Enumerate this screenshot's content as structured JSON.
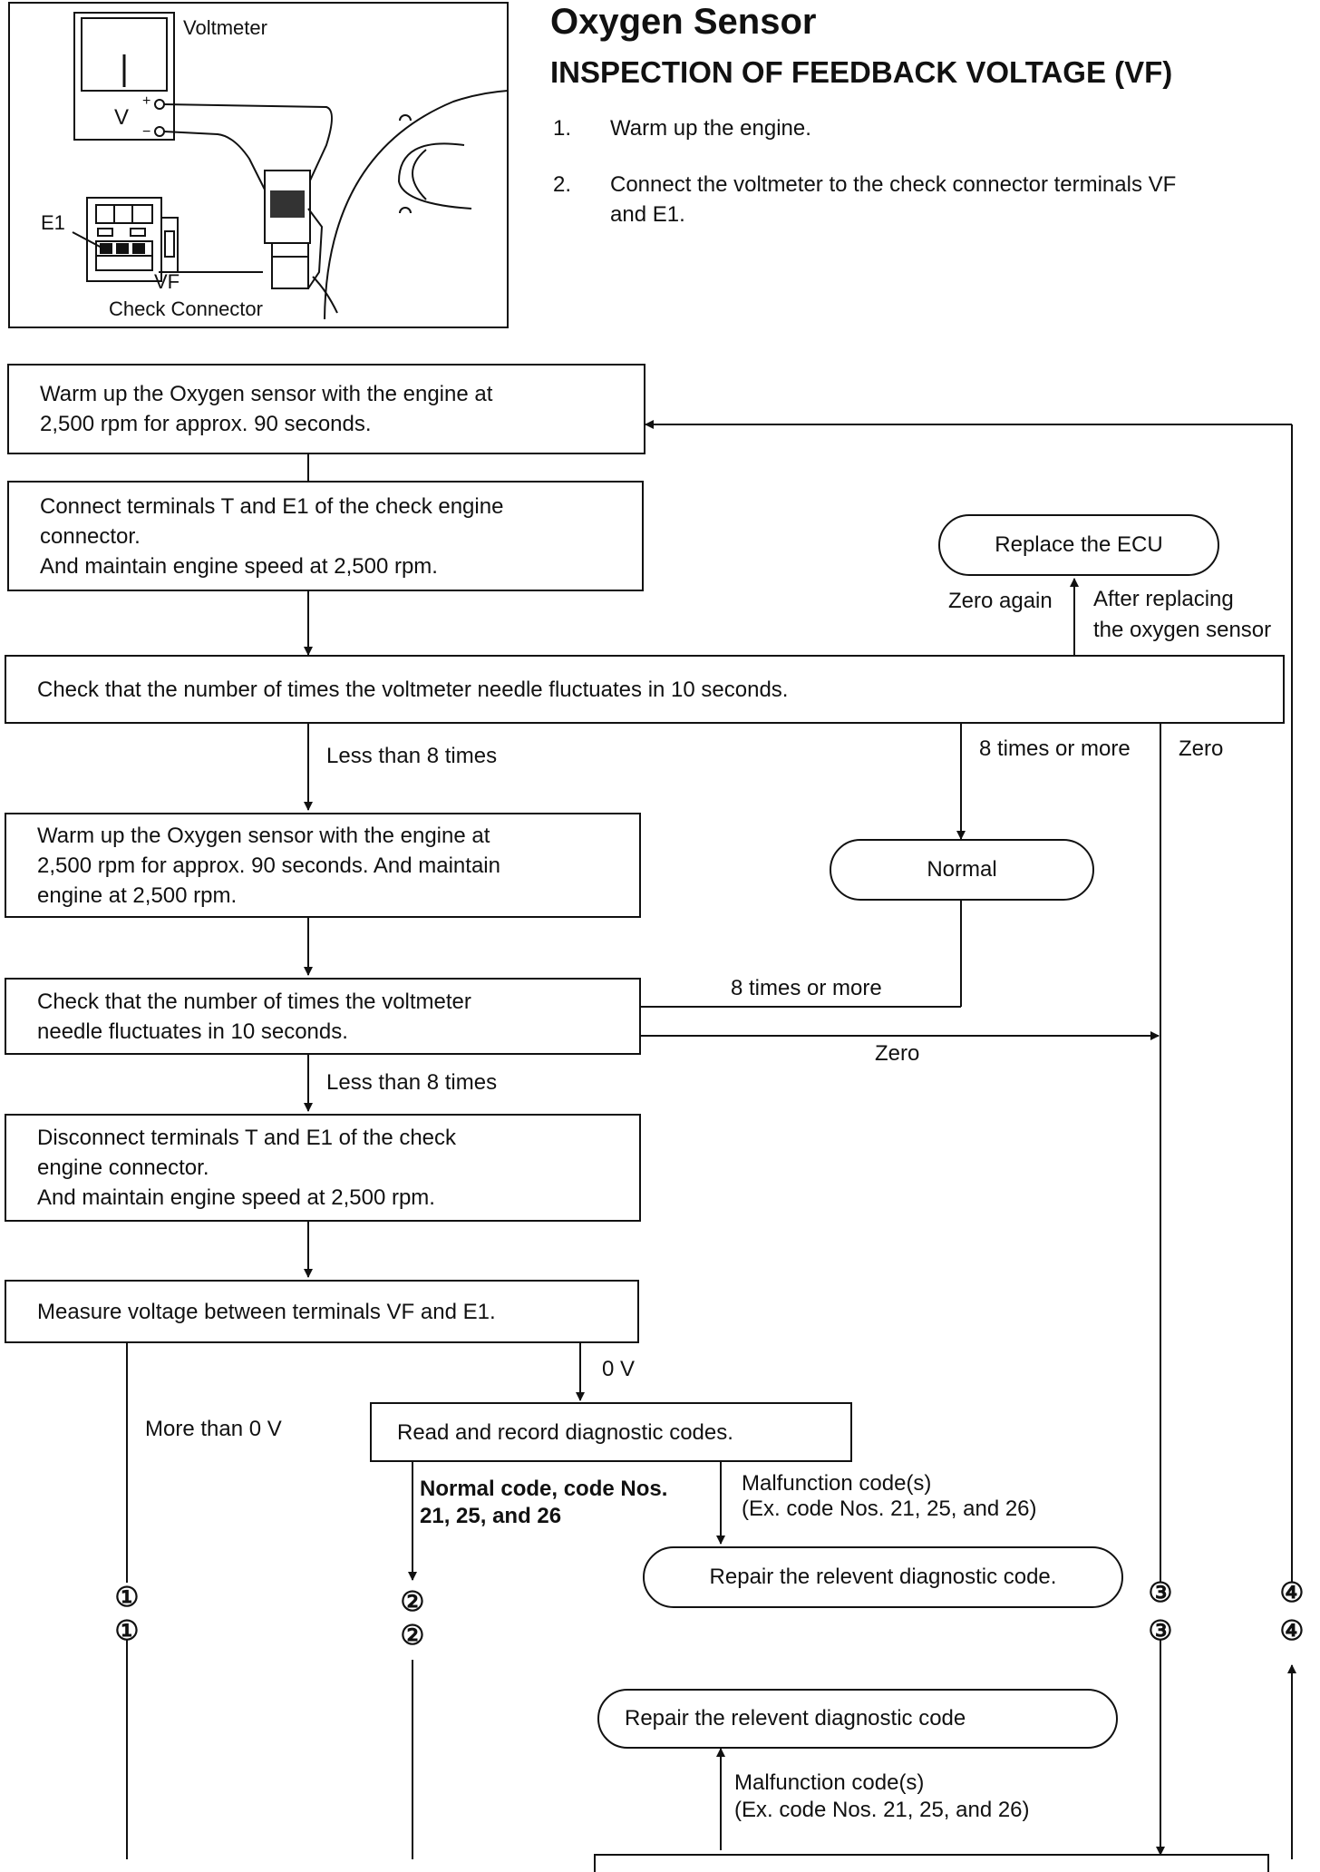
{
  "header": {
    "title": "Oxygen Sensor",
    "subtitle": "INSPECTION OF FEEDBACK VOLTAGE (VF)",
    "steps": [
      {
        "num": "1.",
        "lines": [
          "Warm up the engine."
        ]
      },
      {
        "num": "2.",
        "lines": [
          "Connect the voltmeter to the check connector terminals VF",
          "and E1."
        ]
      }
    ]
  },
  "illustration": {
    "voltmeter_label": "Voltmeter",
    "v_label": "V",
    "plus": "+",
    "minus": "−",
    "e1_label": "E1",
    "vf_label": "VF",
    "connector_label": "Check Connector"
  },
  "boxes": {
    "warm_up": [
      "Warm up the Oxygen sensor with the engine at",
      "2,500 rpm for approx. 90 seconds."
    ],
    "connect_t_e1": [
      "Connect terminals T and E1 of the check engine",
      "connector.",
      "And maintain engine speed at 2,500 rpm."
    ],
    "check_fluct_1": [
      "Check that the number of times the voltmeter needle fluctuates in 10 seconds."
    ],
    "warm_up_2": [
      "Warm up the Oxygen sensor with the engine at",
      "2,500 rpm for approx. 90 seconds. And maintain",
      "engine at 2,500 rpm."
    ],
    "check_fluct_2": [
      "Check that the number of times the voltmeter",
      "needle fluctuates in 10 seconds."
    ],
    "disconnect": [
      "Disconnect terminals T and E1 of the check",
      "engine connector.",
      "And maintain engine speed at 2,500 rpm."
    ],
    "measure": [
      "Measure voltage between terminals VF and E1."
    ],
    "read_codes": [
      "Read and record diagnostic codes."
    ]
  },
  "terminals": {
    "replace_ecu": "Replace the ECU",
    "normal": "Normal",
    "repair_1": "Repair the relevent diagnostic code.",
    "repair_2": "Repair the relevent diagnostic code"
  },
  "branch_labels": {
    "zero_again": "Zero again",
    "after_replacing": [
      "After replacing",
      "the oxygen sensor"
    ],
    "less_than_8_a": "Less than 8 times",
    "eight_or_more_a": "8 times or more",
    "zero_a": "Zero",
    "eight_or_more_b": "8 times or more",
    "zero_b": "Zero",
    "less_than_8_b": "Less than 8 times",
    "zero_v": "0 V",
    "more_than_0v": "More than 0 V",
    "normal_code": [
      "Normal code, code Nos.",
      "21, 25, and 26"
    ],
    "malfunction_1": [
      "Malfunction code(s)",
      "(Ex. code Nos. 21, 25, and 26)"
    ],
    "malfunction_2": [
      "Malfunction code(s)",
      "(Ex. code Nos. 21, 25, and 26)"
    ]
  },
  "connectors": {
    "c1": "①",
    "c2": "②",
    "c3": "③",
    "c4": "④"
  }
}
